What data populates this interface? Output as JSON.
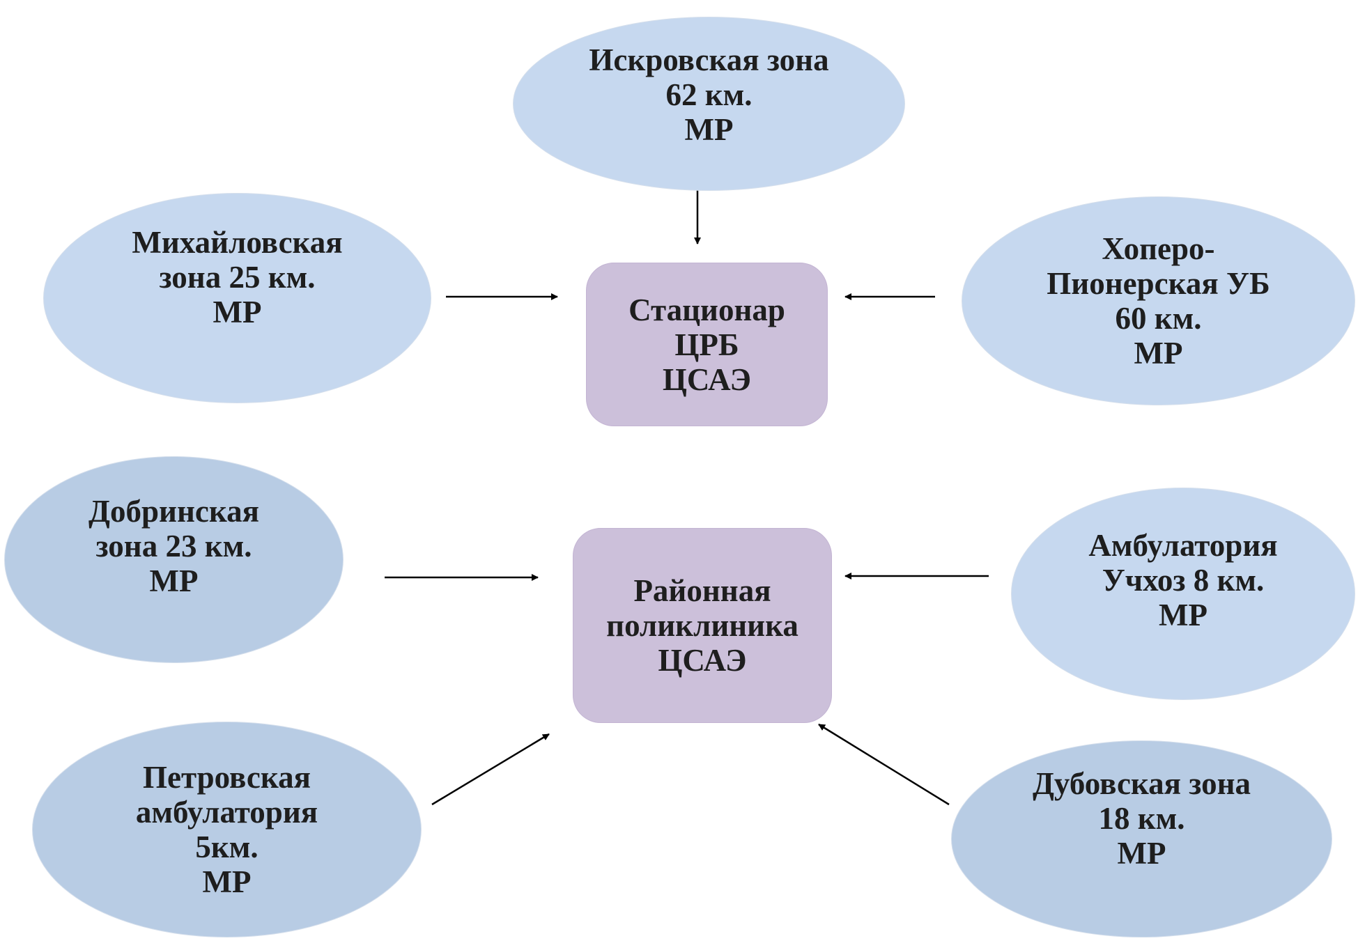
{
  "center_nodes": {
    "hospital": {
      "lines": [
        "Стационар",
        "ЦРБ",
        "ЦСАЭ"
      ]
    },
    "polyclinic": {
      "lines": [
        "Районная",
        "поликлиника",
        "ЦСАЭ"
      ]
    }
  },
  "zones": {
    "iskrovskaya": {
      "lines": [
        "Искровская зона",
        "62 км.",
        "МР"
      ]
    },
    "mikhaylovskaya": {
      "lines": [
        "Михайловская",
        "зона 25 км.",
        "МР"
      ]
    },
    "hopero": {
      "lines": [
        "Хоперо-",
        "Пионерская УБ",
        "60 км.",
        "МР"
      ]
    },
    "dobrinskaya": {
      "lines": [
        "Добринская",
        "зона 23 км.",
        "МР"
      ]
    },
    "ambulatoriya_uchkhoz": {
      "lines": [
        "Амбулатория",
        "Учхоз 8 км.",
        "МР"
      ]
    },
    "petrovskaya": {
      "lines": [
        "Петровская",
        "амбулатория",
        "5км.",
        "МР"
      ]
    },
    "dubovskaya": {
      "lines": [
        "Дубовская зона",
        "18 км.",
        "МР"
      ]
    }
  },
  "colors": {
    "ellipse_light": "#c6d8ef",
    "ellipse_mid": "#b8cce4",
    "center_box": "#ccc0da",
    "arrow": "#000000",
    "text": "#1e1e1e"
  }
}
